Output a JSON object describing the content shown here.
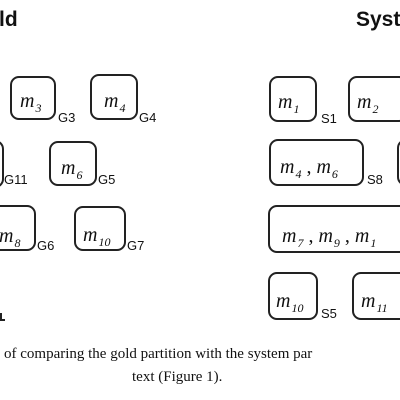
{
  "headings": {
    "gold_partial": "ld",
    "system_partial": "Syste"
  },
  "gold": {
    "m3": {
      "var": "m",
      "sub": "3",
      "label": "G3"
    },
    "m4": {
      "var": "m",
      "sub": "4",
      "label": "G4"
    },
    "g11": {
      "label": "G11"
    },
    "m6": {
      "var": "m",
      "sub": "6",
      "label": "G5"
    },
    "m8": {
      "var": "m",
      "sub": "8",
      "label": "G6"
    },
    "m10": {
      "var": "m",
      "sub": "10",
      "label": "G7"
    }
  },
  "system": {
    "s1": {
      "var": "m",
      "sub": "1",
      "label": "S1"
    },
    "s2": {
      "var": "m",
      "sub": "2"
    },
    "s8": {
      "var1": "m",
      "sub1": "4",
      "sep": " , ",
      "var2": "m",
      "sub2": "6",
      "label": "S8"
    },
    "row3": {
      "var1": "m",
      "sub1": "7",
      "sep1": " , ",
      "var2": "m",
      "sub2": "9",
      "sep2": " , ",
      "var3": "m",
      "sub3": "1"
    },
    "s5": {
      "var": "m",
      "sub": "10",
      "label": "S5"
    },
    "s11": {
      "var": "m",
      "sub": "11"
    }
  },
  "caption": {
    "line1": "of comparing the gold partition with the system par",
    "line2": "text (Figure 1)."
  }
}
